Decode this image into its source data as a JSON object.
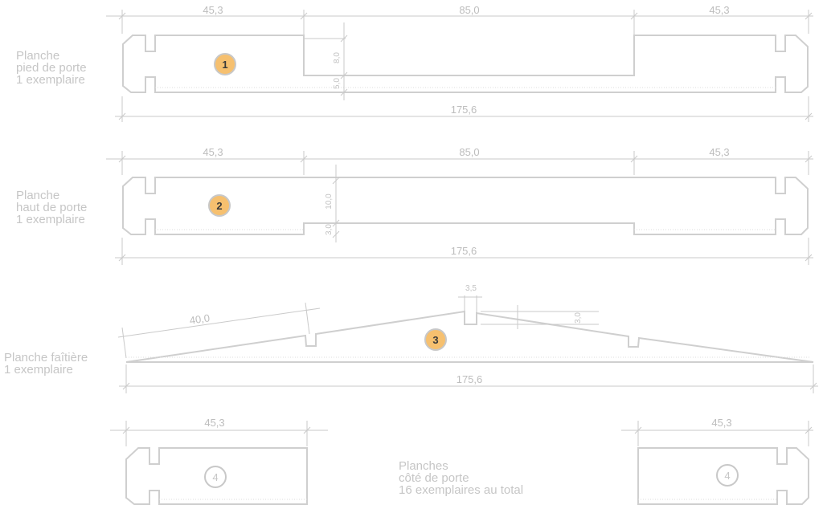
{
  "labels": {
    "part1": [
      "Planche",
      "pied de porte",
      "1 exemplaire"
    ],
    "part2": [
      "Planche",
      "haut de porte",
      "1 exemplaire"
    ],
    "part3": [
      "Planche faîtière",
      "1 exemplaire"
    ],
    "part4": [
      "Planches",
      "côté de porte",
      "16 exemplaires au total"
    ]
  },
  "badges": {
    "b1": "1",
    "b2": "2",
    "b3": "3",
    "b4": "4"
  },
  "dimensions": {
    "end_width": "45,3",
    "middle_width": "85,0",
    "total_length": "175,6",
    "slope_length": "40,0",
    "notch_width": "3,5",
    "notch_depth": "3,0",
    "p1_cut_height": "8,0",
    "p1_remaining": "5,0",
    "p2_cut_height": "10,0",
    "p2_remaining": "3,0"
  },
  "colors": {
    "line": "#cfcfcf",
    "text": "#c6c6c6",
    "badge_fill": "#f6c06f",
    "badge_stroke": "#c8c8c8"
  }
}
